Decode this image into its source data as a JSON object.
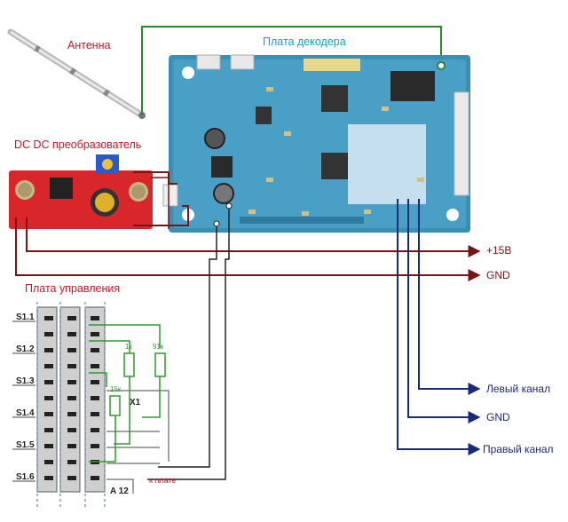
{
  "labels": {
    "antenna": "Антенна",
    "decoder": "Плата декодера",
    "dcdc": "DC DC преобразователь",
    "control": "Плата управления",
    "plus15": "+15В",
    "gnd_power": "GND",
    "left_channel": "Левый канал",
    "gnd_audio": "GND",
    "right_channel": "Правый канал"
  },
  "control_board": {
    "switch_labels": [
      "S1.1",
      "S1.2",
      "S1.3",
      "S1.4",
      "S1.5",
      "S1.6"
    ],
    "r1": "1к",
    "r2": "91к",
    "r3": "15к",
    "x1": "X1",
    "to_board": "к плате",
    "a12": "A 12"
  },
  "colors": {
    "power_wire": "#7a1414",
    "audio_wire": "#1a2a7a",
    "antenna_wire": "#2a8a2a",
    "decoder_pcb": "#3a8fb7",
    "dcdc_pcb": "#d8262a"
  }
}
